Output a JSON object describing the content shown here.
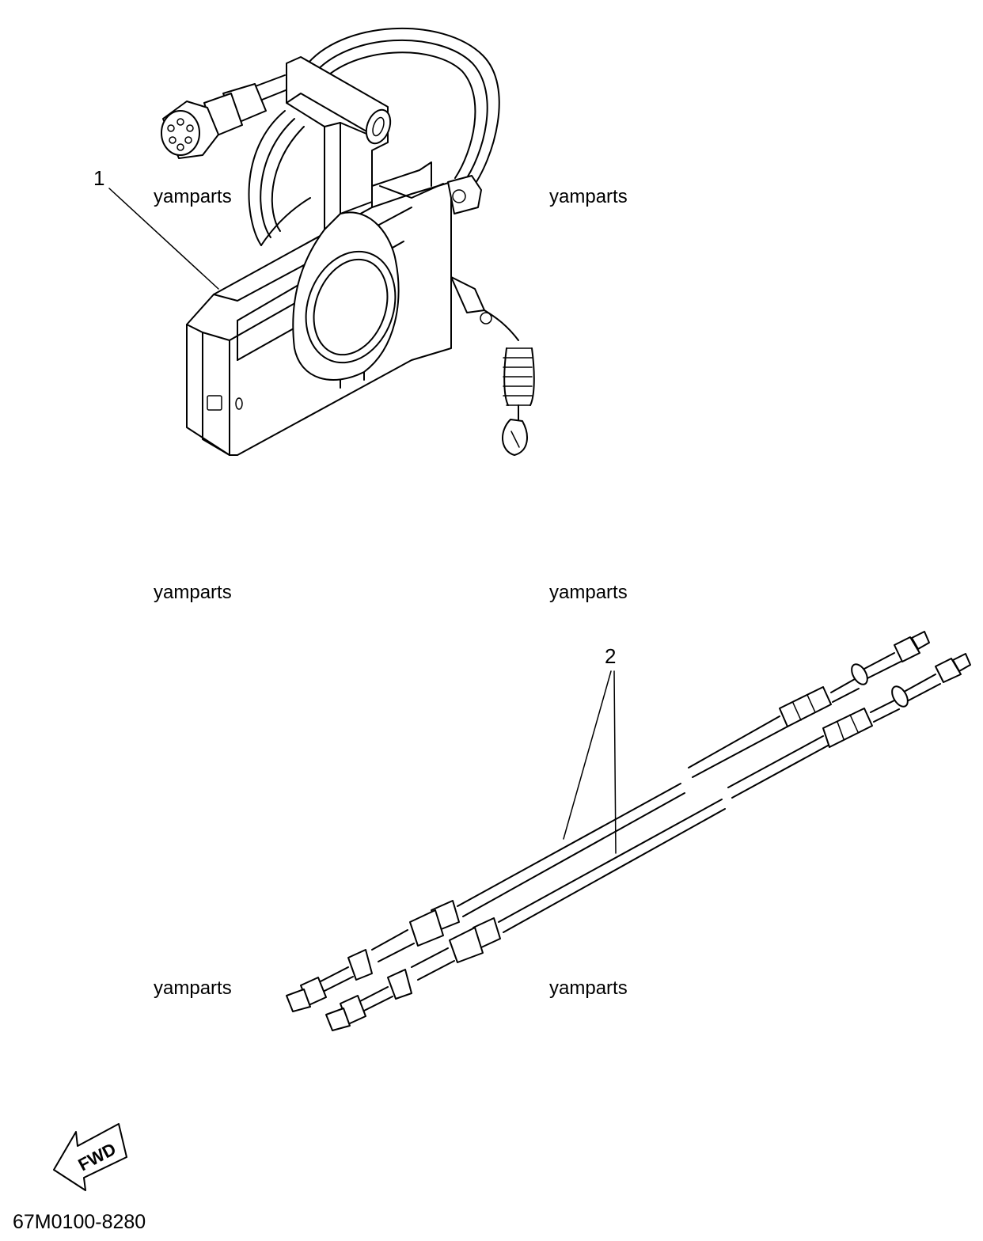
{
  "watermark": {
    "text": "yamparts"
  },
  "callouts": {
    "part1": "1",
    "part2": "2"
  },
  "direction": {
    "label": "FWD"
  },
  "diagram_code": "67M0100-8280"
}
